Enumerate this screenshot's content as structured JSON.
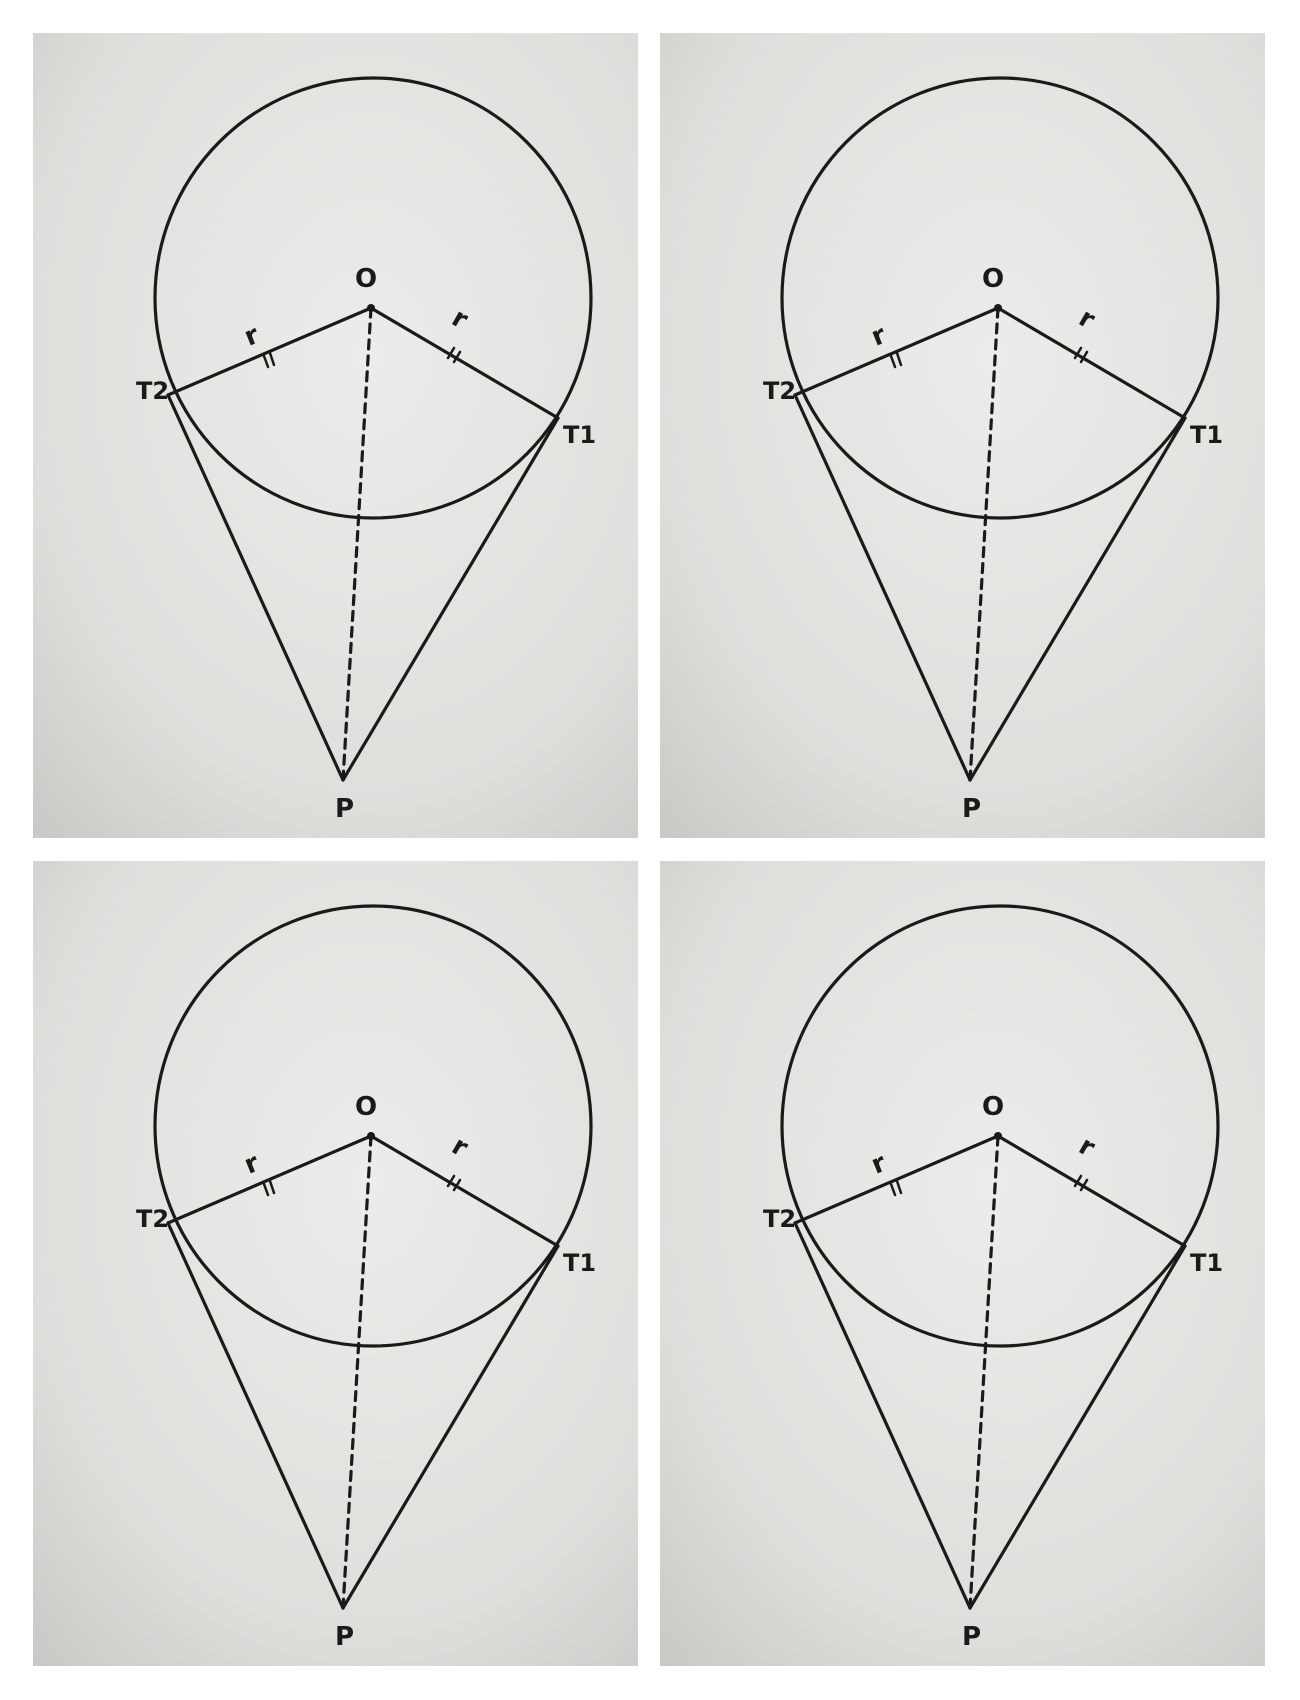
{
  "panels": [
    {
      "id": "top-left",
      "labels": {
        "center": "O",
        "left_radius": "r",
        "right_radius": "r",
        "point_t2": "T2",
        "point_t1": "T1",
        "external_point": "P"
      }
    },
    {
      "id": "top-right",
      "labels": {
        "center": "O",
        "left_radius": "r",
        "right_radius": "r",
        "point_t2": "T2",
        "point_t1": "T1",
        "external_point": "P"
      }
    },
    {
      "id": "bottom-left",
      "labels": {
        "center": "O",
        "left_radius": "r",
        "right_radius": "r",
        "point_t2": "T2",
        "point_t1": "T1",
        "external_point": "P"
      }
    },
    {
      "id": "bottom-right",
      "labels": {
        "center": "O",
        "left_radius": "r",
        "right_radius": "r",
        "point_t2": "T2",
        "point_t1": "T1",
        "external_point": "P"
      }
    }
  ],
  "colors": {
    "paper": "#e4e4e2",
    "ink": "#1a1a1a"
  }
}
